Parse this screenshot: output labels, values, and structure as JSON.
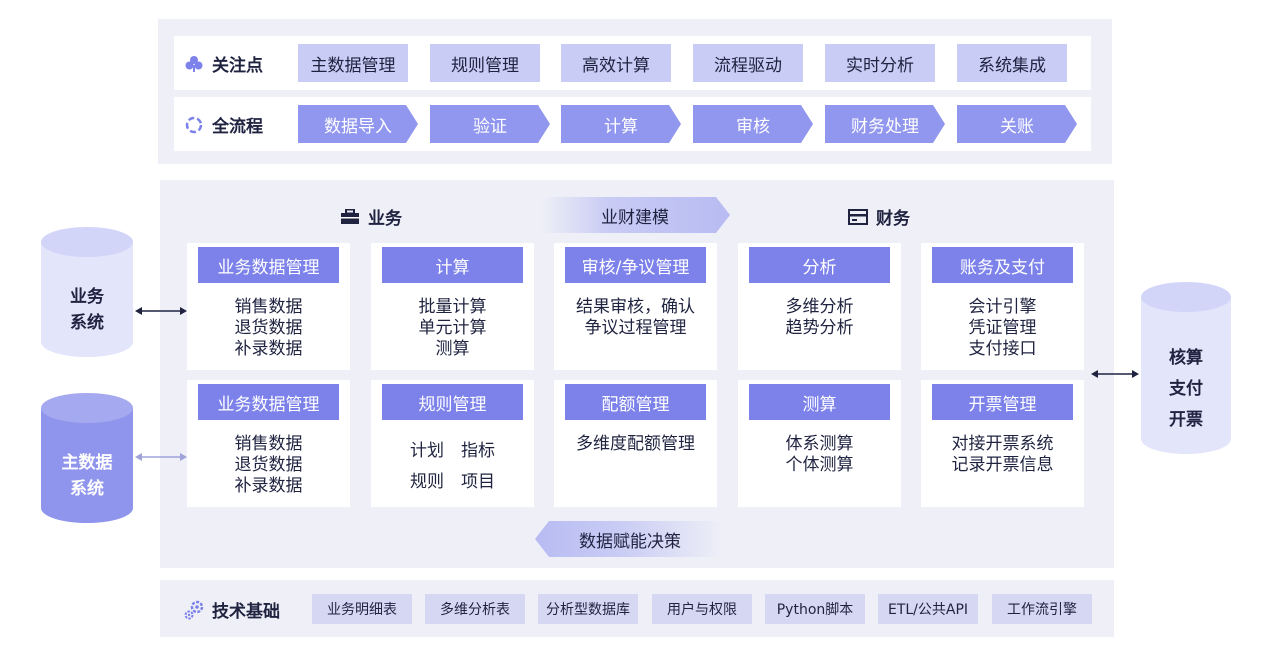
{
  "focus": {
    "label": "关注点",
    "items": [
      "主数据管理",
      "规则管理",
      "高效计算",
      "流程驱动",
      "实时分析",
      "系统集成"
    ]
  },
  "flow": {
    "label": "全流程",
    "steps": [
      "数据导入",
      "验证",
      "计算",
      "审核",
      "财务处理",
      "关账"
    ]
  },
  "sections": {
    "business": "业务",
    "finance": "财务",
    "modeling": "业财建模",
    "empower": "数据赋能决策"
  },
  "cards": [
    {
      "title": "业务数据管理",
      "lines": [
        "销售数据",
        "退货数据",
        "补录数据"
      ]
    },
    {
      "title": "计算",
      "lines": [
        "批量计算",
        "单元计算",
        "测算"
      ]
    },
    {
      "title": "审核/争议管理",
      "lines": [
        "结果审核，确认",
        "争议过程管理"
      ]
    },
    {
      "title": "分析",
      "lines": [
        "多维分析",
        "趋势分析"
      ]
    },
    {
      "title": "账务及支付",
      "lines": [
        "会计引擎",
        "凭证管理",
        "支付接口"
      ]
    },
    {
      "title": "业务数据管理",
      "lines": [
        "销售数据",
        "退货数据",
        "补录数据"
      ]
    },
    {
      "title": "规则管理",
      "lines": [
        "计划　指标",
        "规则　项目"
      ]
    },
    {
      "title": "配额管理",
      "lines": [
        "多维度配额管理"
      ]
    },
    {
      "title": "测算",
      "lines": [
        "体系测算",
        "个体测算"
      ]
    },
    {
      "title": "开票管理",
      "lines": [
        "对接开票系统",
        "记录开票信息"
      ]
    }
  ],
  "systems": {
    "business_system": [
      "业务",
      "系统"
    ],
    "master_data": [
      "主数据",
      "系统"
    ],
    "accounting": [
      "核算",
      "支付",
      "开票"
    ]
  },
  "tech": {
    "label": "技术基础",
    "items": [
      "业务明细表",
      "多维分析表",
      "分析型数据库",
      "用户与权限",
      "Python脚本",
      "ETL/公共API",
      "工作流引擎"
    ]
  },
  "colors": {
    "panel": "#eff0f7",
    "chip": "#c9ccf4",
    "accent": "#7d82ea",
    "arrow_chip": "#9196ee",
    "cyl_light": "#e3e5fb",
    "cyl_dark": "#8f94ec",
    "tech_chip": "#d6d8f3"
  }
}
